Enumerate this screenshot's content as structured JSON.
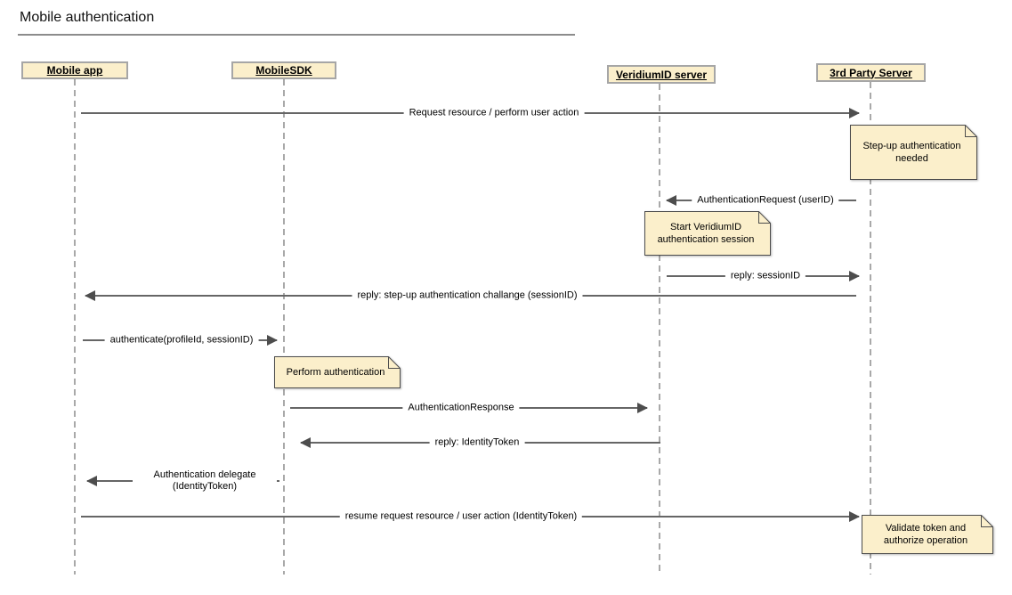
{
  "title": "Mobile authentication",
  "actors": [
    {
      "label": "Mobile app"
    },
    {
      "label": "MobileSDK"
    },
    {
      "label": "VeridiumID server"
    },
    {
      "label": "3rd Party Server"
    }
  ],
  "messages": [
    {
      "label": "Request resource / perform user action",
      "from": "Mobile app",
      "to": "3rd Party Server"
    },
    {
      "label": "AuthenticationRequest (userID)",
      "from": "3rd Party Server",
      "to": "VeridiumID server"
    },
    {
      "label": "reply: sessionID",
      "from": "VeridiumID server",
      "to": "3rd Party Server"
    },
    {
      "label": "reply: step-up authentication challange (sessionID)",
      "from": "3rd Party Server",
      "to": "Mobile app"
    },
    {
      "label": "authenticate(profileId, sessionID)",
      "from": "Mobile app",
      "to": "MobileSDK"
    },
    {
      "label": "AuthenticationResponse",
      "from": "MobileSDK",
      "to": "VeridiumID server"
    },
    {
      "label": "reply: IdentityToken",
      "from": "VeridiumID server",
      "to": "MobileSDK"
    },
    {
      "label": "Authentication delegate (IdentityToken)",
      "from": "MobileSDK",
      "to": "Mobile app"
    },
    {
      "label": "resume request resource / user action (IdentityToken)",
      "from": "Mobile app",
      "to": "3rd Party Server"
    }
  ],
  "notes": [
    {
      "text": "Step-up authentication needed",
      "attached_to": "3rd Party Server"
    },
    {
      "text": "Start VeridiumID authentication session",
      "attached_to": "VeridiumID server"
    },
    {
      "text": "Perform authentication",
      "attached_to": "MobileSDK"
    },
    {
      "text": "Validate token and authorize operation",
      "attached_to": "3rd Party Server"
    }
  ],
  "colors": {
    "shape_fill": "#fbefcb",
    "actor_border": "#a6a6a6",
    "note_border": "#4d4d4d",
    "message_line": "#666666",
    "arrowhead": "#4d4d4d",
    "lifeline": "#a9a9a9",
    "text": "#000000"
  }
}
